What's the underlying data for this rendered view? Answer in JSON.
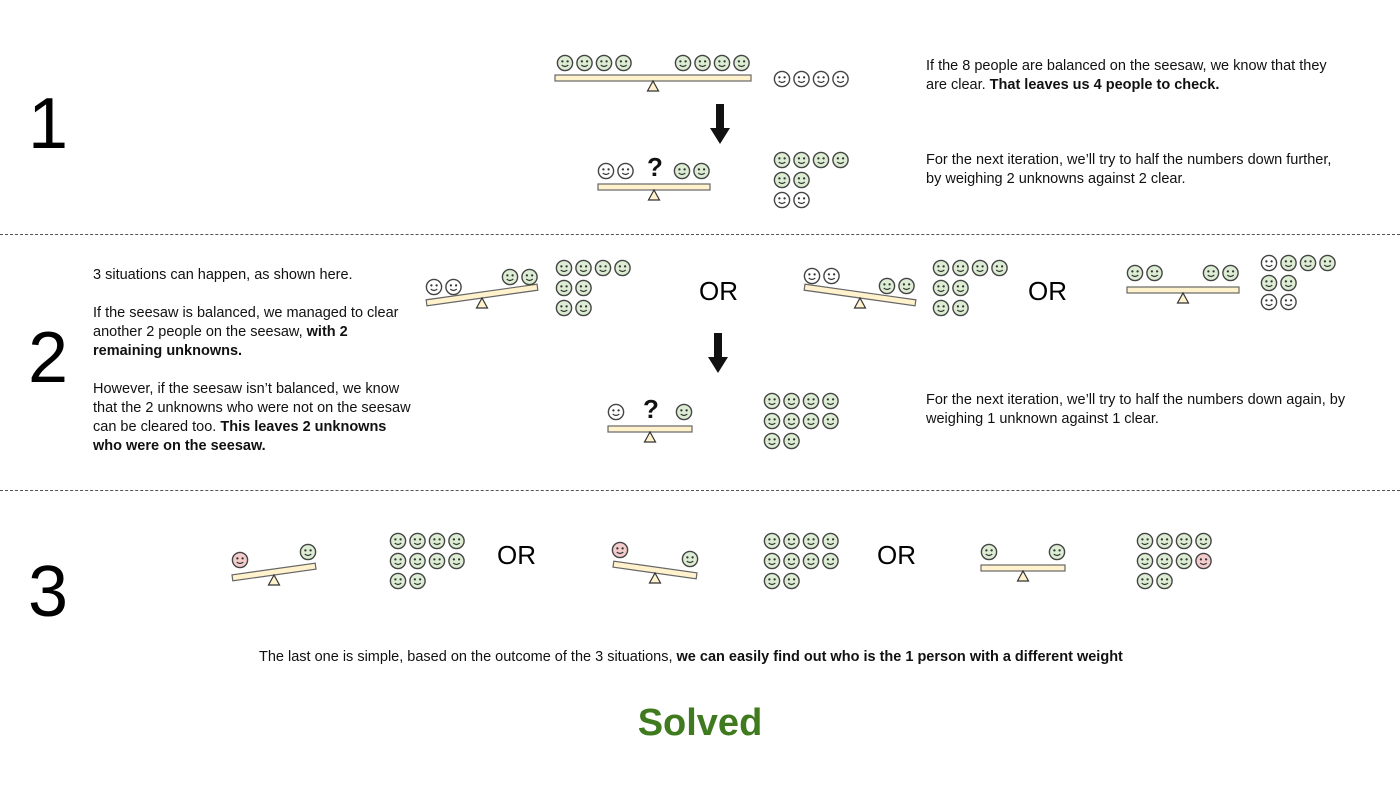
{
  "colors": {
    "face_clear_fill": "#dcedd3",
    "face_unknown_fill": "#ffffff",
    "face_odd_fill": "#f4cccc",
    "face_stroke": "#444444",
    "plank_fill": "#fff2cc",
    "plank_stroke": "#666666",
    "solved": "#3f7a1f"
  },
  "steps": [
    {
      "number": "1",
      "texts": [
        [
          {
            "t": "If the 8 people are balanced on the seesaw, we know that they are clear. ",
            "b": false
          },
          {
            "t": "That leaves us 4 people to check.",
            "b": true
          }
        ],
        [
          {
            "t": "For the next iteration, we’ll try to half the numbers down further, by weighing 2 unknowns against 2 clear.",
            "b": false
          }
        ]
      ],
      "question_mark": "?"
    },
    {
      "number": "2",
      "explanation": [
        [
          {
            "t": "3 situations can happen, as shown here.",
            "b": false
          }
        ],
        [
          {
            "t": "If the seesaw is balanced, we managed to clear another 2 people on the seesaw, ",
            "b": false
          },
          {
            "t": "with 2 remaining unknowns.",
            "b": true
          }
        ],
        [
          {
            "t": "However, if the seesaw isn’t balanced, we know that the 2 unknowns who were not on the seesaw can be cleared too. ",
            "b": false
          },
          {
            "t": "This leaves 2 unknowns who were on the seesaw.",
            "b": true
          }
        ]
      ],
      "or_labels": [
        "OR",
        "OR"
      ],
      "next_text": [
        {
          "t": "For the next iteration, we’ll try to half the numbers down again, by weighing 1 unknown against 1 clear.",
          "b": false
        }
      ],
      "question_mark": "?"
    },
    {
      "number": "3",
      "or_labels": [
        "OR",
        "OR"
      ],
      "conclusion": [
        {
          "t": "The last one is simple, based on the outcome of the 3 situations, ",
          "b": false
        },
        {
          "t": "we can easily find out who is the 1 person with a different weight",
          "b": true
        }
      ]
    }
  ],
  "solved": "Solved"
}
